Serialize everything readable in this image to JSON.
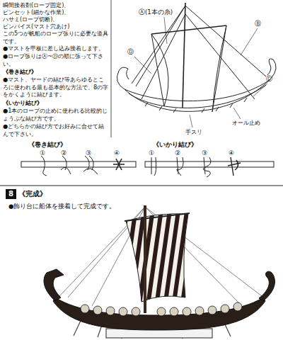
{
  "diagram": {
    "nodes": [
      {
        "text": [
          "8",
          "《完成》"
        ]
      }
    ],
    "labels": [
      "瞬間接着剤(ロープ固定)、",
      "ピンセット(細かな作業)、",
      "ハサミ(ロープ切断)、",
      "ピンバイス(マスト穴あけ)",
      "この5つが帆船のロープ張りに必要な道具です。",
      "●マストを甲板に差し込み接着します。",
      "●ロープ張りはⒶ~Ⓓの順に張って下さい。",
      "《巻き結び》",
      "●マスト、ヤードの結び等あらゆるところに使われる最も基本的な方法で、8の字をかくように結びます。",
      "《いかり結び》",
      "●1本のロープの止めに使われる比較的じょうぶな結び方です。",
      "●どちらかの結び方でお好みに合せて結んで下さい。",
      "《巻き結び》",
      "①",
      "②",
      "③",
      "④",
      "《いかり結び》",
      "①",
      "②",
      "③",
      "④",
      "Ⓐ(1本の糸)",
      "Ⓑ",
      "Ⓒ",
      "Ⓓ",
      "手スリ",
      "オール止め",
      "●飾り台に船体を接着して完成です。"
    ]
  }
}
